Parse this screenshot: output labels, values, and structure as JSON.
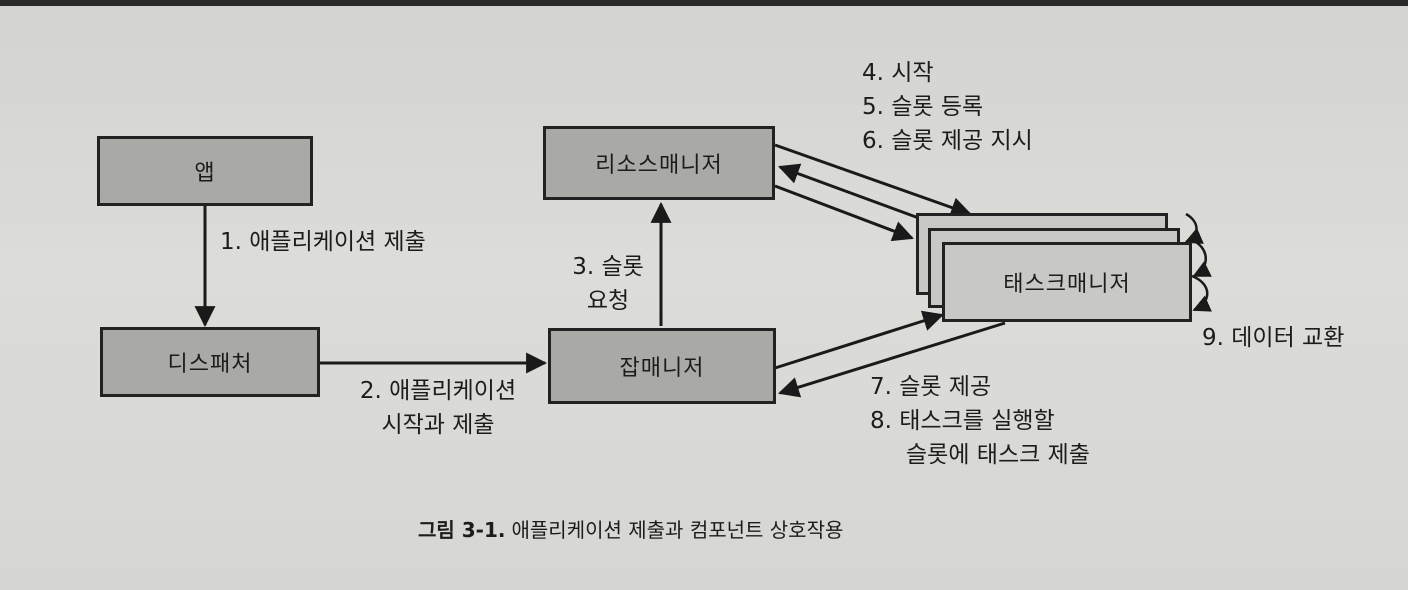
{
  "boxes": {
    "app": "앱",
    "dispatcher": "디스패처",
    "job_manager": "잡매니저",
    "resource_manager": "리소스매니저",
    "task_manager": "태스크매니저"
  },
  "labels": {
    "step1": "1. 애플리케이션 제출",
    "step2_line1": "2. 애플리케이션",
    "step2_line2": "시작과 제출",
    "step3_line1": "3. 슬롯",
    "step3_line2": "요청",
    "step4": "4. 시작",
    "step5": "5. 슬롯 등록",
    "step6": "6. 슬롯 제공 지시",
    "step7": "7. 슬롯 제공",
    "step8_line1": "8. 태스크를 실행할",
    "step8_line2": "슬롯에 태스크 제출",
    "step9": "9. 데이터 교환"
  },
  "caption": {
    "figure": "그림 3-1.",
    "text": "애플리케이션 제출과 컴포넌트 상호작용"
  }
}
